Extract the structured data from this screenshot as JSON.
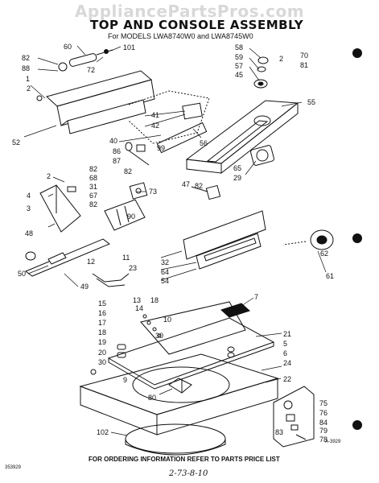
{
  "watermark": "AppliancePartsPros.com",
  "title": "TOP AND CONSOLE ASSEMBLY",
  "subtitle": "For MODELS LWA8740W0 and LWA8745W0",
  "footer_note": "FOR ORDERING INFORMATION REFER TO PARTS PRICE LIST",
  "handwritten_note": "2-73-8-10",
  "document_code": "353929",
  "art_code": "A-3929",
  "callouts": {
    "c82a": "82",
    "c88": "88",
    "c1": "1",
    "c2a": "2",
    "c60": "60",
    "c72": "72",
    "c101": "101",
    "c52": "52",
    "c58": "58",
    "c59": "59",
    "c57": "57",
    "c45": "45",
    "c2b": "2",
    "c70": "70",
    "c81": "81",
    "c55": "55",
    "c41": "41",
    "c42": "42",
    "c56": "56",
    "c40": "40",
    "c86": "86",
    "c87": "87",
    "c99": "99",
    "c82b": "82",
    "c47": "47",
    "c82c": "82",
    "c65": "65",
    "c29": "29",
    "c2c": "2",
    "c82d": "82",
    "c68": "68",
    "c31": "31",
    "c67": "67",
    "c82e": "82",
    "c73": "73",
    "c90": "90",
    "c4": "4",
    "c3": "3",
    "c48": "48",
    "c62": "62",
    "c50": "50",
    "c12": "12",
    "c11": "11",
    "c23": "23",
    "c49": "49",
    "c32": "32",
    "c64": "64",
    "c54": "54",
    "c61": "61",
    "c13": "13",
    "c18a": "18",
    "c7": "7",
    "c15": "15",
    "c14": "14",
    "c16": "16",
    "c17": "17",
    "c10": "10",
    "c18b": "18",
    "c30a": "30",
    "c19": "19",
    "c20": "20",
    "c30b": "30",
    "c21": "21",
    "c5": "5",
    "c6": "6",
    "c24": "24",
    "c9": "9",
    "c22": "22",
    "c80": "80",
    "c75": "75",
    "c76": "76",
    "c84": "84",
    "c79": "79",
    "c83": "83",
    "c78": "78",
    "c102": "102"
  }
}
